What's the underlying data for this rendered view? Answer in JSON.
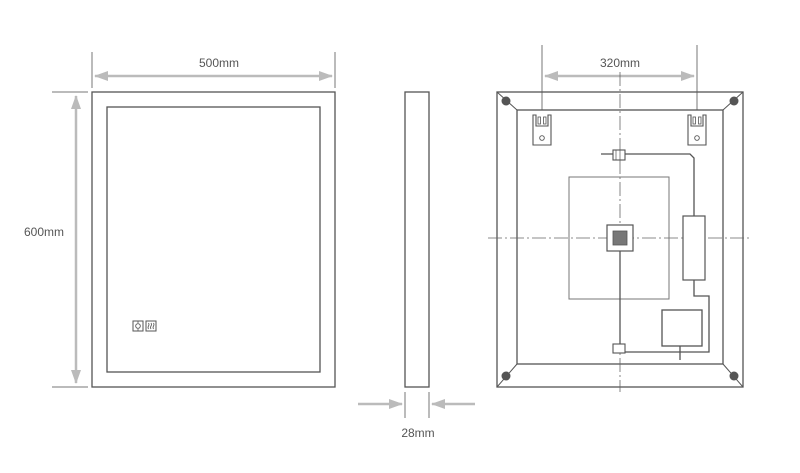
{
  "front_view": {
    "width_label": "500mm",
    "height_label": "600mm"
  },
  "side_view": {
    "depth_label": "28mm"
  },
  "back_view": {
    "bracket_spacing_label": "320mm"
  },
  "colors": {
    "line": "#555555",
    "arrow_fill": "#bbbbbb",
    "screw": "#555555"
  }
}
